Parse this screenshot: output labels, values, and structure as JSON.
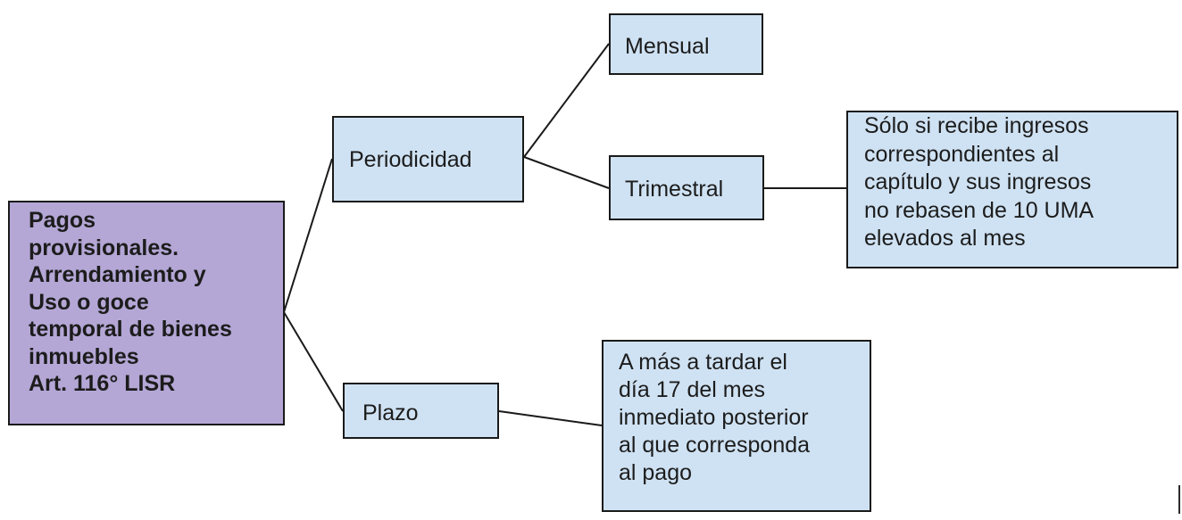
{
  "diagram": {
    "root": {
      "text": "Pagos\nprovisionales.\nArrendamiento y\nUso o goce\ntemporal de bienes\ninmuebles\nArt. 116° LISR"
    },
    "branches": [
      {
        "label": "Periodicidad"
      },
      {
        "label": "Plazo"
      }
    ],
    "periodicidad_options": [
      {
        "label": "Mensual"
      },
      {
        "label": "Trimestral"
      }
    ],
    "trimestral_condition": {
      "text": "Sólo si recibe ingresos\ncorrespondientes al\ncapítulo y sus ingresos\nno rebasen de 10 UMA\nelevados al mes"
    },
    "plazo_detail": {
      "text": "A más a tardar el\ndía 17 del mes\ninmediato posterior\nal que corresponda\nal pago"
    }
  },
  "colors": {
    "root_fill": "#b4a7d6",
    "node_fill": "#cfe2f3",
    "border": "#1a1a1a",
    "text": "#1c1c1c"
  }
}
